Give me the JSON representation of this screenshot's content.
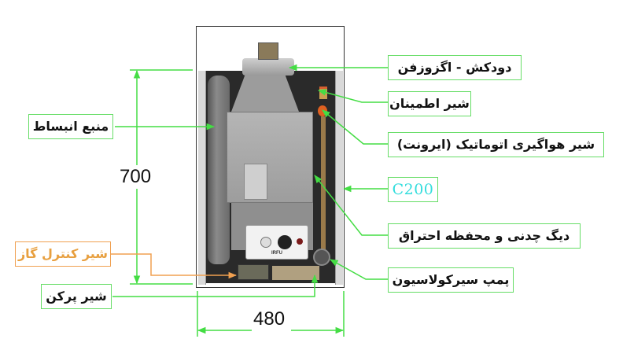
{
  "diagram": {
    "subject": "Wall-hung boiler front view with labeled components",
    "dimensions": {
      "height_label": "700",
      "width_label": "480"
    },
    "labels_right": [
      {
        "id": "flue-fan",
        "text": "دودکش - اگزوزفن"
      },
      {
        "id": "safety-valve",
        "text": "شیر اطمینان"
      },
      {
        "id": "auto-air-vent",
        "text": "شیر هواگیری اتوماتیک (ایرونت)"
      },
      {
        "id": "model",
        "text": "C200"
      },
      {
        "id": "cast-iron-boiler",
        "text": "دیگ چدنی و محفظه احتراق"
      },
      {
        "id": "circulation-pump",
        "text": "پمپ سیرکولاسیون"
      }
    ],
    "labels_left": [
      {
        "id": "expansion-tank",
        "text": "منبع انبساط"
      },
      {
        "id": "gas-control-valve",
        "text": "شیر کنترل گاز"
      },
      {
        "id": "fill-valve",
        "text": "شیر پرکن"
      }
    ],
    "control_panel": {
      "brand": "IRFU"
    },
    "colors": {
      "leader_green": "#44dd44",
      "label_border_green": "#66dd66",
      "gas_valve_orange": "#f0a050",
      "model_text_cyan": "#33dddd"
    }
  }
}
